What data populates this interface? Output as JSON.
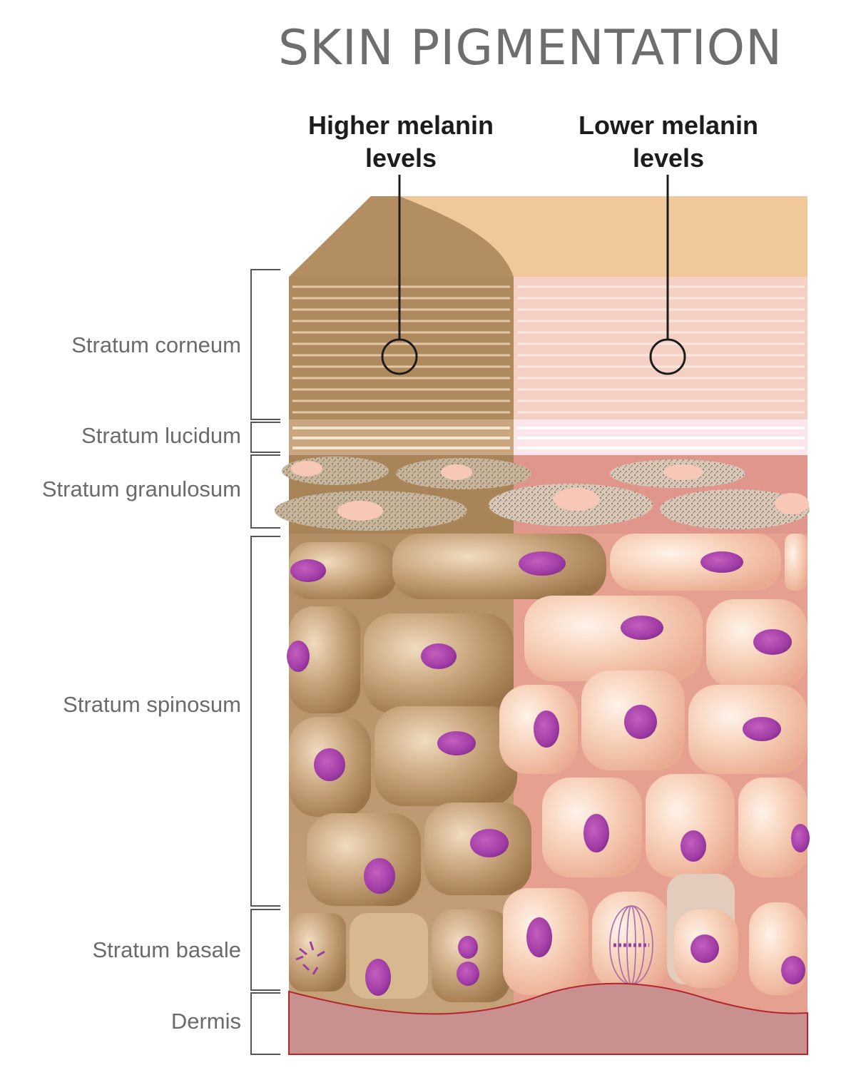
{
  "title": "SKIN PIGMENTATION",
  "callouts": {
    "higher": "Higher melanin\nlevels",
    "lower": "Lower melanin\nlevels"
  },
  "layers": {
    "corneum": "Stratum corneum",
    "lucidum": "Stratum lucidum",
    "granulosum": "Stratum granulosum",
    "spinosum": "Stratum spinosum",
    "basale": "Stratum basale",
    "dermis": "Dermis"
  },
  "colors": {
    "dark_skin": "#b88f63",
    "light_skin": "#f4cdb0",
    "nucleus": "#a43ca8",
    "dermis": "#c98f8f",
    "label_text": "#6b6b6b"
  }
}
